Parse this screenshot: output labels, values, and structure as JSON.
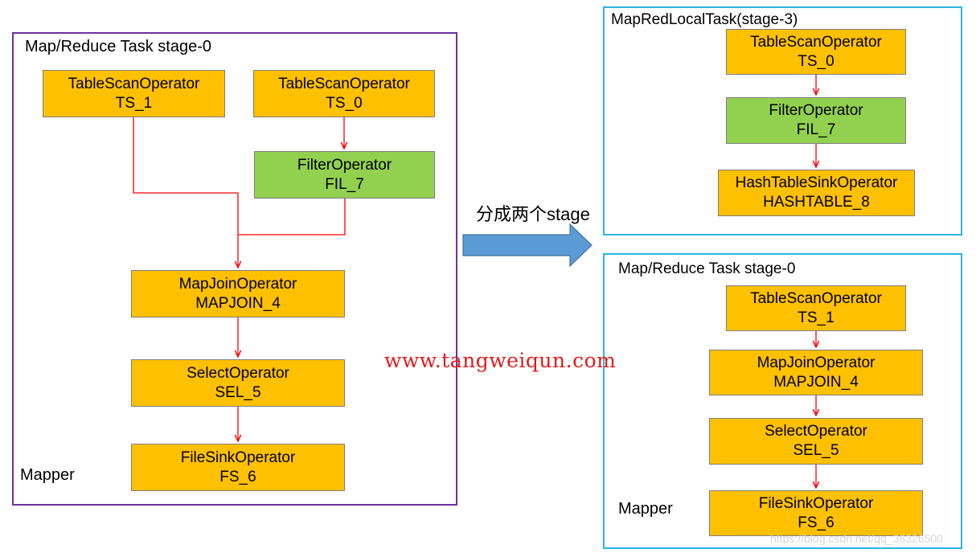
{
  "left_stage": {
    "title": "Map/Reduce Task stage-0",
    "mapper_label": "Mapper",
    "operators": [
      {
        "name": "TableScanOperator",
        "id": "TS_1",
        "kind": "scan"
      },
      {
        "name": "TableScanOperator",
        "id": "TS_0",
        "kind": "scan"
      },
      {
        "name": "FilterOperator",
        "id": "FIL_7",
        "kind": "filter"
      },
      {
        "name": "MapJoinOperator",
        "id": "MAPJOIN_4",
        "kind": "join"
      },
      {
        "name": "SelectOperator",
        "id": "SEL_5",
        "kind": "select"
      },
      {
        "name": "FileSinkOperator",
        "id": "FS_6",
        "kind": "sink"
      }
    ]
  },
  "split_arrow": {
    "label": "分成两个stage"
  },
  "right_top_stage": {
    "title": "MapRedLocalTask(stage-3)",
    "operators": [
      {
        "name": "TableScanOperator",
        "id": "TS_0",
        "kind": "scan"
      },
      {
        "name": "FilterOperator",
        "id": "FIL_7",
        "kind": "filter"
      },
      {
        "name": "HashTableSinkOperator",
        "id": "HASHTABLE_8",
        "kind": "sink"
      }
    ]
  },
  "right_bottom_stage": {
    "title": "Map/Reduce Task stage-0",
    "mapper_label": "Mapper",
    "operators": [
      {
        "name": "TableScanOperator",
        "id": "TS_1",
        "kind": "scan"
      },
      {
        "name": "MapJoinOperator",
        "id": "MAPJOIN_4",
        "kind": "join"
      },
      {
        "name": "SelectOperator",
        "id": "SEL_5",
        "kind": "select"
      },
      {
        "name": "FileSinkOperator",
        "id": "FS_6",
        "kind": "sink"
      }
    ]
  },
  "watermarks": {
    "main": "www.tangweiqun.com",
    "corner": "https://blog.csdn.net/qq_38326500"
  },
  "colors": {
    "operator_fill": "#ffc000",
    "filter_fill": "#92d050",
    "connector": "#ff0000",
    "left_frame": "#7030a0",
    "right_frame": "#2bb5e0",
    "arrow_fill": "#5b9bd5"
  }
}
